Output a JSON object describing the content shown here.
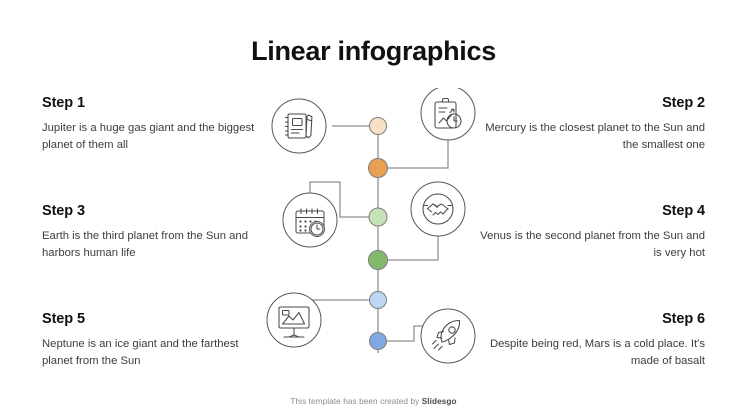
{
  "title": "Linear infographics",
  "footer": {
    "prefix": "This template has been created by ",
    "brand": "Slidesgo"
  },
  "steps": [
    {
      "title": "Step 1",
      "description": "Jupiter is a huge gas giant and the biggest planet of them all",
      "side": "left",
      "icon": "notebook-pen-icon",
      "dot_color": "#F7E0C3"
    },
    {
      "title": "Step 2",
      "description": "Mercury is the closest planet to the Sun and the smallest one",
      "side": "right",
      "icon": "clipboard-chart-clock-icon",
      "dot_color": "#E8A154"
    },
    {
      "title": "Step 3",
      "description": "Earth is the third planet from the Sun and harbors human life",
      "side": "left",
      "icon": "calendar-clock-icon",
      "dot_color": "#C6E3B5"
    },
    {
      "title": "Step 4",
      "description": "Venus is the second planet from the Sun and is very hot",
      "side": "right",
      "icon": "handshake-icon",
      "dot_color": "#83B96B"
    },
    {
      "title": "Step 5",
      "description": "Neptune is an ice giant and the farthest planet from the Sun",
      "side": "left",
      "icon": "presentation-board-icon",
      "dot_color": "#BDD7F2"
    },
    {
      "title": "Step 6",
      "description": "Despite being red, Mars is a cold place. It's made of basalt",
      "side": "right",
      "icon": "rocket-icon",
      "dot_color": "#7FA9E0"
    }
  ],
  "colors": {
    "text_dark": "#111111",
    "text_body": "#3d3d3d",
    "connector": "#8d8d8f",
    "icon_outline": "#59595b",
    "footer_text": "#8a8a8a"
  }
}
